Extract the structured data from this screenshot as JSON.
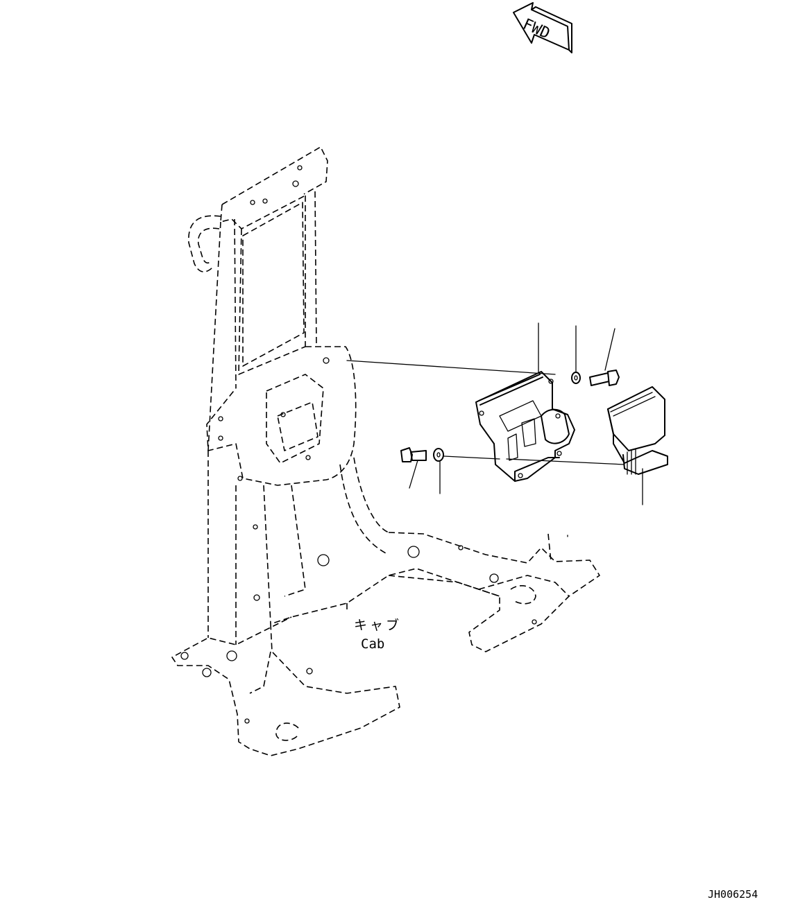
{
  "fwd_arrow": {
    "text": "FWD",
    "icon": "fwd-arrow-icon"
  },
  "cab_label": {
    "japanese": "キャブ",
    "english": "Cab"
  },
  "drawing_id": "JH006254",
  "colors": {
    "line": "#000000",
    "background": "#ffffff"
  }
}
